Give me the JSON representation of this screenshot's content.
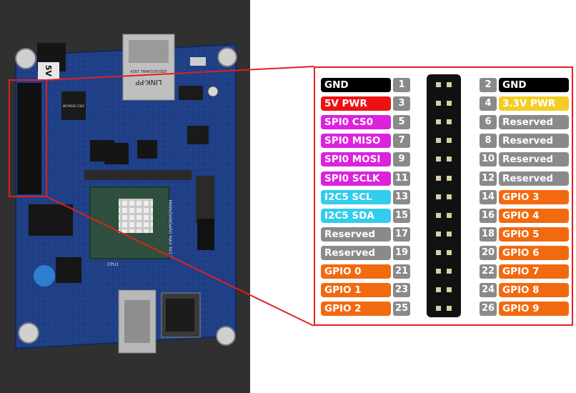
{
  "board": {
    "port_label": "5V",
    "jack_text": "LINK-PP",
    "jack_code": "LPJG16314ANL 1924",
    "chip_text": "MCP6002 2301",
    "cpu_text": "CPU1",
    "board_name": "MINNOWBOARD MAX 0017"
  },
  "colors": {
    "gnd": "#000000",
    "power5": "#ee1111",
    "power33": "#f5cc22",
    "spi": "#dd22dd",
    "i2c": "#33ccee",
    "reserved": "#8a8a8a",
    "gpio": "#f26a10",
    "pin_number": "#8a8a8a",
    "callout": "#e02020"
  },
  "pins": [
    {
      "pin": "1",
      "label": "GND",
      "type": "gnd",
      "side": "left"
    },
    {
      "pin": "2",
      "label": "GND",
      "type": "gnd",
      "side": "right"
    },
    {
      "pin": "3",
      "label": "5V PWR",
      "type": "power5",
      "side": "left"
    },
    {
      "pin": "4",
      "label": "3.3V PWR",
      "type": "power33",
      "side": "right"
    },
    {
      "pin": "5",
      "label": "SPI0 CS0",
      "type": "spi",
      "side": "left"
    },
    {
      "pin": "6",
      "label": "Reserved",
      "type": "reserved",
      "side": "right"
    },
    {
      "pin": "7",
      "label": "SPI0 MISO",
      "type": "spi",
      "side": "left"
    },
    {
      "pin": "8",
      "label": "Reserved",
      "type": "reserved",
      "side": "right"
    },
    {
      "pin": "9",
      "label": "SPI0 MOSI",
      "type": "spi",
      "side": "left"
    },
    {
      "pin": "10",
      "label": "Reserved",
      "type": "reserved",
      "side": "right"
    },
    {
      "pin": "11",
      "label": "SPI0 SCLK",
      "type": "spi",
      "side": "left"
    },
    {
      "pin": "12",
      "label": "Reserved",
      "type": "reserved",
      "side": "right"
    },
    {
      "pin": "13",
      "label": "I2C5 SCL",
      "type": "i2c",
      "side": "left"
    },
    {
      "pin": "14",
      "label": "GPIO 3",
      "type": "gpio",
      "side": "right"
    },
    {
      "pin": "15",
      "label": "I2C5 SDA",
      "type": "i2c",
      "side": "left"
    },
    {
      "pin": "16",
      "label": "GPIO 4",
      "type": "gpio",
      "side": "right"
    },
    {
      "pin": "17",
      "label": "Reserved",
      "type": "reserved",
      "side": "left"
    },
    {
      "pin": "18",
      "label": "GPIO 5",
      "type": "gpio",
      "side": "right"
    },
    {
      "pin": "19",
      "label": "Reserved",
      "type": "reserved",
      "side": "left"
    },
    {
      "pin": "20",
      "label": "GPIO 6",
      "type": "gpio",
      "side": "right"
    },
    {
      "pin": "21",
      "label": "GPIO 0",
      "type": "gpio",
      "side": "left"
    },
    {
      "pin": "22",
      "label": "GPIO 7",
      "type": "gpio",
      "side": "right"
    },
    {
      "pin": "23",
      "label": "GPIO 1",
      "type": "gpio",
      "side": "left"
    },
    {
      "pin": "24",
      "label": "GPIO 8",
      "type": "gpio",
      "side": "right"
    },
    {
      "pin": "25",
      "label": "GPIO 2",
      "type": "gpio",
      "side": "left"
    },
    {
      "pin": "26",
      "label": "GPIO 9",
      "type": "gpio",
      "side": "right"
    }
  ]
}
